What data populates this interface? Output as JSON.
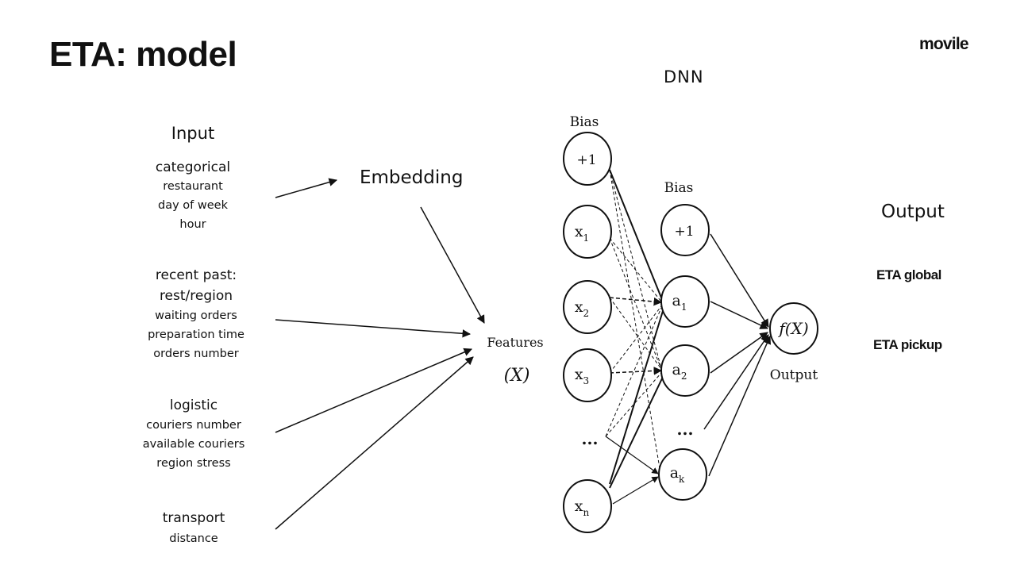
{
  "slide": {
    "title": "ETA: model",
    "brand": "movile",
    "dnn_label": "DNN"
  },
  "inputs": {
    "header": "Input",
    "groups": [
      {
        "name": [
          "categorical"
        ],
        "items": [
          "restaurant",
          "day of week",
          "hour"
        ]
      },
      {
        "name": [
          "recent past:",
          "rest/region"
        ],
        "items": [
          "waiting orders",
          "preparation time",
          "orders number"
        ]
      },
      {
        "name": [
          "logistic"
        ],
        "items": [
          "couriers number",
          "available couriers",
          "region stress"
        ]
      },
      {
        "name": [
          "transport"
        ],
        "items": [
          "distance"
        ]
      }
    ]
  },
  "embedding_label": "Embedding",
  "features": {
    "label": "Features",
    "symbol": "(X)"
  },
  "network": {
    "bias_label": "Bias",
    "bias_node": "+1",
    "input_nodes": [
      "x",
      "x",
      "x",
      "x"
    ],
    "input_subs": [
      "1",
      "2",
      "3",
      "n"
    ],
    "hidden_nodes": [
      "a",
      "a",
      "a"
    ],
    "hidden_subs": [
      "1",
      "2",
      "k"
    ],
    "ellipsis": "...",
    "output_node": "f(X)",
    "output_label": "Output"
  },
  "outputs": {
    "header": "Output",
    "items": [
      "ETA global",
      "ETA pickup"
    ]
  }
}
